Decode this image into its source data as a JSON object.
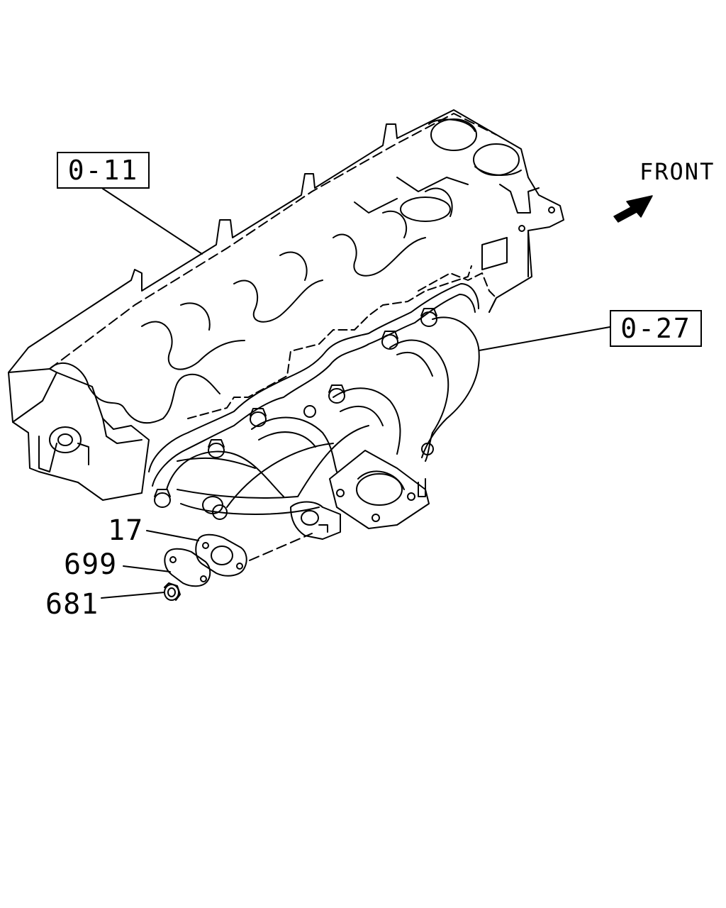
{
  "references": {
    "cylinder_head": "0-11",
    "exhaust_manifold": "0-27"
  },
  "direction": {
    "label": "FRONT",
    "icon": "arrow-icon"
  },
  "parts": [
    {
      "id": "17"
    },
    {
      "id": "699"
    },
    {
      "id": "681"
    }
  ],
  "colors": {
    "line": "#000000",
    "background": "#ffffff"
  }
}
